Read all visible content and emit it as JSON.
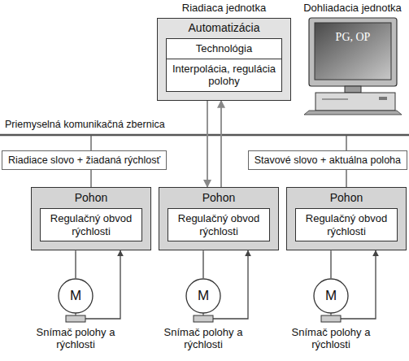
{
  "diagram": {
    "nodes": [
      {
        "text": [
          "Riadiaca jednotka",
          "Automatizácia"
        ]
      },
      {
        "text": [
          "Technológia"
        ],
        "in": 0
      },
      {
        "text": [
          "Interpolácia, regulácia polohy"
        ],
        "in": 0
      },
      {
        "text": [
          "Dohliadacia jednotka",
          "PG, OP"
        ]
      },
      {
        "text": [
          "Riadiace slovo + žiadaná rýchlosť"
        ]
      },
      {
        "text": [
          "Stavové slovo + aktuálna poloha"
        ]
      },
      {
        "text": [
          "Pohon"
        ]
      },
      {
        "text": [
          "Regulačný obvod rýchlosti"
        ],
        "in": 6
      },
      {
        "text": [
          "Pohon"
        ]
      },
      {
        "text": [
          "Regulačný obvod rýchlosti"
        ],
        "in": 8
      },
      {
        "text": [
          "Pohon"
        ]
      },
      {
        "text": [
          "Regulačný obvod rýchlosti"
        ],
        "in": 10
      },
      {
        "text": [
          "M"
        ]
      },
      {
        "text": [
          "M"
        ]
      },
      {
        "text": [
          "M"
        ]
      }
    ],
    "edges": [
      {
        "from": 0,
        "to": 8,
        "arrow": "to"
      },
      {
        "from": 8,
        "to": 0,
        "arrow": "to"
      },
      {
        "from": 6,
        "to": 12,
        "arrow": "none"
      },
      {
        "from": 12,
        "to": 6,
        "arrow": "to"
      },
      {
        "from": 8,
        "to": 13,
        "arrow": "none"
      },
      {
        "from": 13,
        "to": 8,
        "arrow": "to"
      },
      {
        "from": 10,
        "to": 14,
        "arrow": "none"
      },
      {
        "from": 14,
        "to": 10,
        "arrow": "to"
      }
    ],
    "labels": [
      "Priemyselná komunikačná zbernica",
      "Snímač polohy a rýchlosti",
      "Snímač polohy a rýchlosti",
      "Snímač polohy a rýchlosti"
    ]
  }
}
